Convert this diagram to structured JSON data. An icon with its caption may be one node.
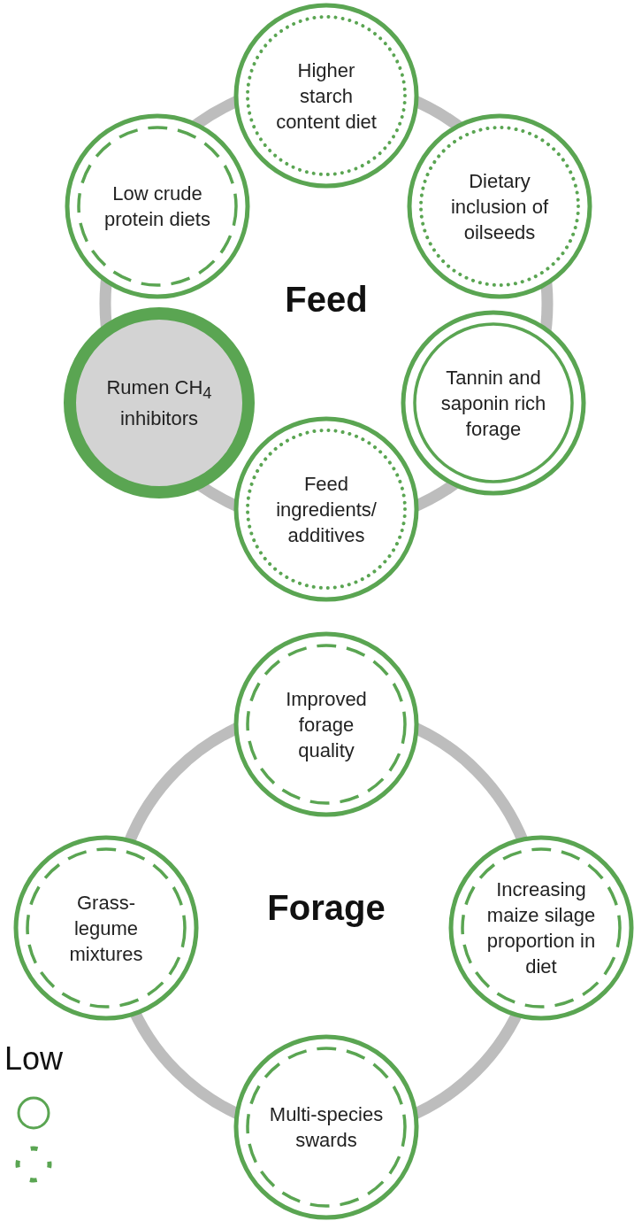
{
  "diagram": {
    "nodes": [
      {
        "text": [
          "Higher starch content diet"
        ]
      },
      {
        "text": [
          "Dietary inclusion of oilseeds"
        ]
      },
      {
        "text": [
          "Tannin and saponin rich forage"
        ]
      },
      {
        "text": [
          "Feed ingredients/ additives"
        ]
      },
      {
        "text": [
          "Rumen CH$_{4}$ inhibitors"
        ]
      },
      {
        "text": [
          "Low crude protein diets"
        ]
      },
      {
        "text": [
          "Improved forage quality"
        ]
      },
      {
        "text": [
          "Increasing maize silage proportion in diet"
        ]
      },
      {
        "text": [
          "Multi-species swards"
        ]
      },
      {
        "text": [
          "Grass-legume mixtures"
        ]
      }
    ],
    "edges": [],
    "labels": [
      "Feed",
      "Forage",
      "Low"
    ]
  }
}
